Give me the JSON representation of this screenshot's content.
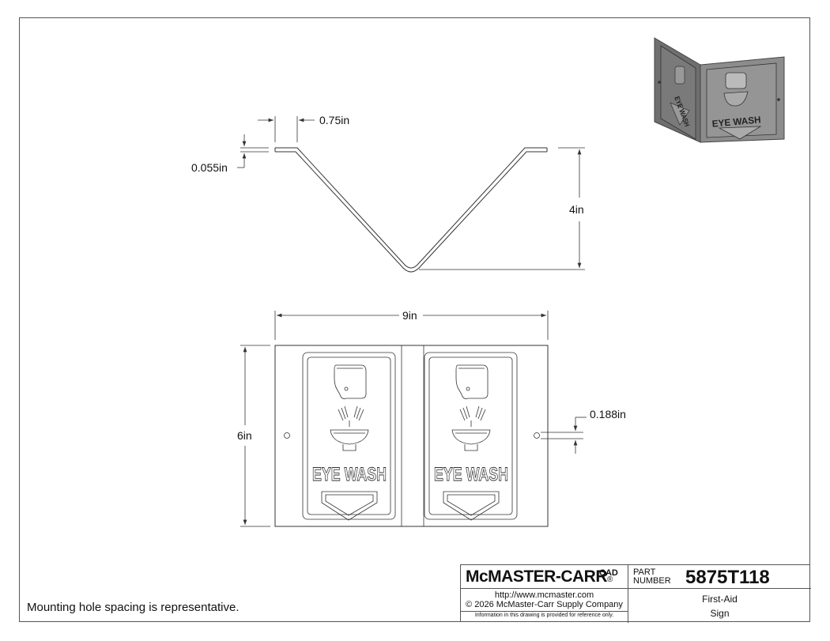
{
  "dimensions": {
    "flange_width": "0.75in",
    "thickness": "0.055in",
    "depth": "4in",
    "width": "9in",
    "height": "6in",
    "hole_diameter": "0.188in"
  },
  "sign": {
    "panel_text_left": "EYE WASH",
    "panel_text_right": "EYE WASH",
    "iso_text_left": "EYE WASH",
    "iso_text_right": "EYE WASH"
  },
  "note": "Mounting hole spacing is representative.",
  "title_block": {
    "logo": "McMASTER-CARR",
    "logo_reg": "®",
    "cad_label": "CAD",
    "url": "http://www.mcmaster.com",
    "copyright": "© 2026 McMaster-Carr Supply Company",
    "disclaimer": "Information in this drawing is provided for reference only.",
    "part_label_1": "PART",
    "part_label_2": "NUMBER",
    "part_number": "5875T118",
    "description_1": "First-Aid",
    "description_2": "Sign"
  },
  "colors": {
    "line": "#333333",
    "iso_face": "#8a8a8a",
    "iso_dark": "#6a6a6a"
  }
}
